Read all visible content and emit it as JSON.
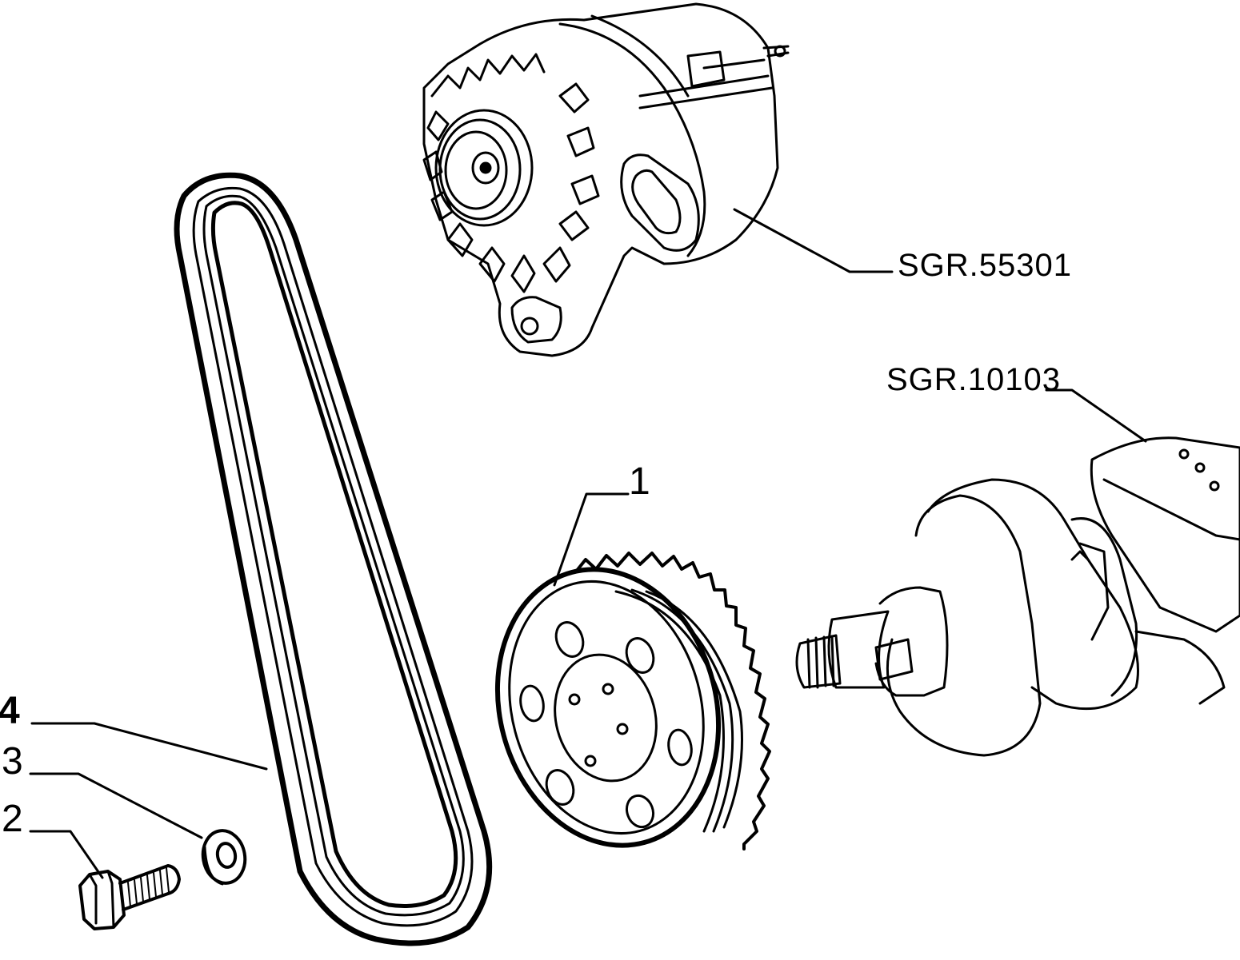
{
  "parts": [
    {
      "id": "pulley",
      "number": "1"
    },
    {
      "id": "bolt",
      "number": "2"
    },
    {
      "id": "washer",
      "number": "3"
    },
    {
      "id": "belt",
      "number": "4"
    }
  ],
  "references": {
    "alternator": "SGR.55301",
    "crankshaft": "SGR.10103"
  }
}
